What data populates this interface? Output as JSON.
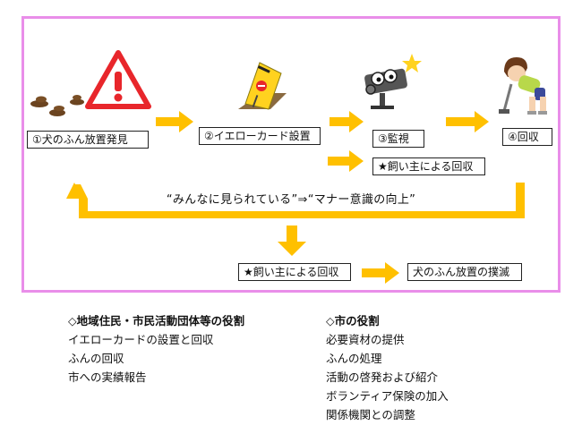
{
  "steps": [
    "①犬のふん放置発見",
    "②イエローカード設置",
    "③監視",
    "④回収"
  ],
  "owner_pickup_top": "★飼い主による回収",
  "slogan": "“みんなに見られている”⇒“マナー意識の向上”",
  "owner_pickup_bottom": "★飼い主による回収",
  "result": "犬のふん放置の撲滅",
  "left_column": {
    "heading": "◇地域住民・市民活動団体等の役割",
    "items": [
      "イエローカードの設置と回収",
      "ふんの回収",
      "市への実績報告"
    ]
  },
  "right_column": {
    "heading": "◇市の役割",
    "items": [
      "必要資材の提供",
      "ふんの処理",
      "活動の啓発および紹介",
      "ボランティア保険の加入",
      "関係機関との調整"
    ]
  },
  "colors": {
    "frame": "#e98ee9",
    "arrow": "#ffc000",
    "warning_red": "#e8262b",
    "poop": "#6b4420"
  },
  "icons": [
    "warning-sign-icon",
    "dog-poop-icon",
    "yellow-card-icon",
    "surveillance-camera-icon",
    "person-picking-up-icon"
  ]
}
